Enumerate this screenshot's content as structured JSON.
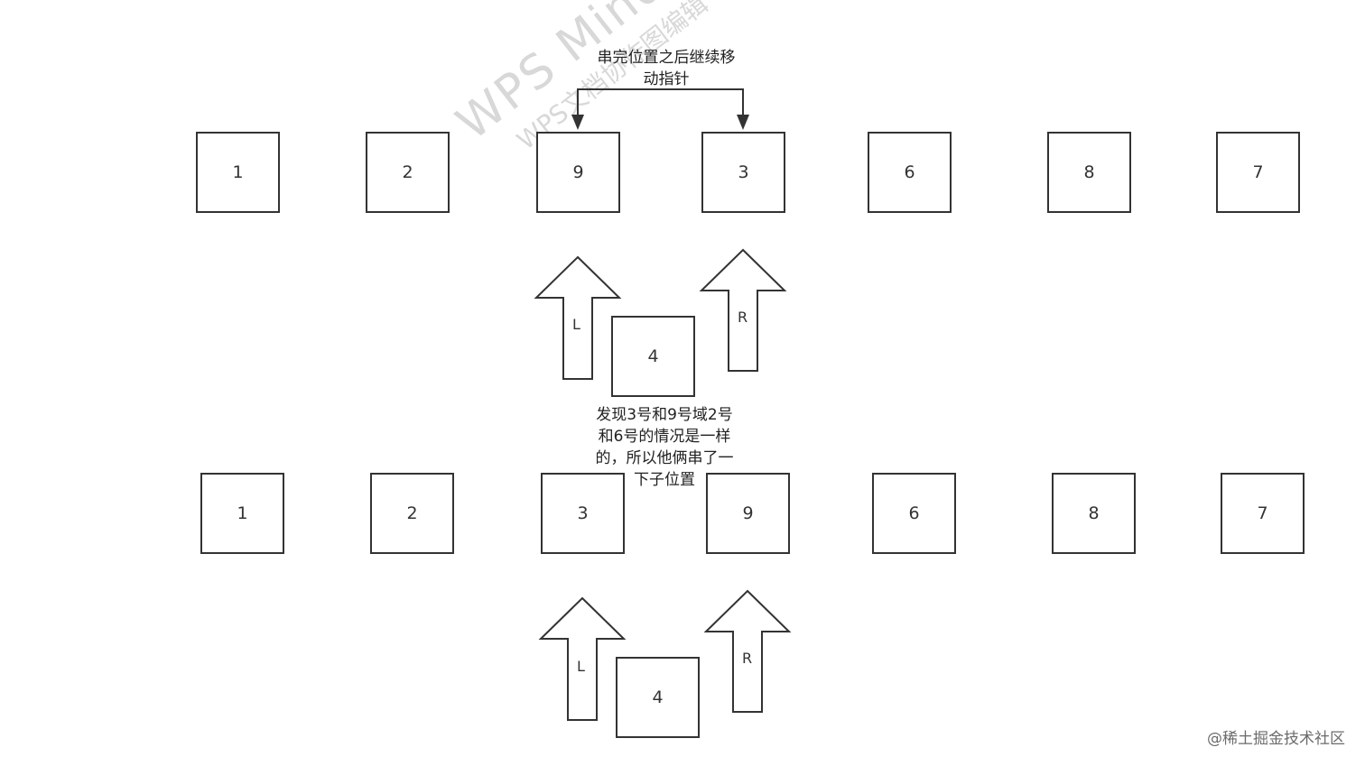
{
  "top_row": {
    "boxes": [
      "1",
      "2",
      "9",
      "3",
      "6",
      "8",
      "7"
    ],
    "note_lines": [
      "串完位置之后继续移",
      "动指针"
    ],
    "pivot": "4",
    "left_pointer": "L",
    "right_pointer": "R"
  },
  "bottom_row": {
    "boxes": [
      "1",
      "2",
      "3",
      "9",
      "6",
      "8",
      "7"
    ],
    "pivot": "4",
    "left_pointer": "L",
    "right_pointer": "R"
  },
  "middle_note_lines": [
    "发现3号和9号域2号",
    "和6号的情况是一样",
    "的，所以他俩串了一",
    "下子位置"
  ],
  "watermark": {
    "brand": "WPS Mind",
    "sub": "WPS文档协作图编辑"
  },
  "credit": "@稀土掘金技术社区",
  "colors": {
    "stroke": "#333333",
    "background": "#ffffff",
    "watermark": "#d8d8d8"
  }
}
